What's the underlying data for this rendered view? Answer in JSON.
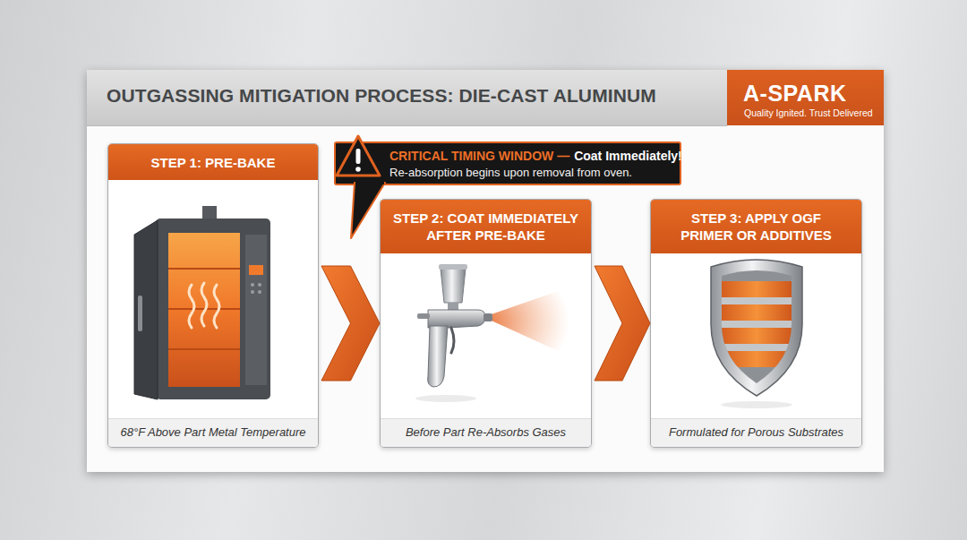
{
  "diagram": {
    "title": "OUTGASSING MITIGATION PROCESS: DIE-CAST ALUMINUM",
    "nodes": [
      {
        "text": [
          "A-SPARK",
          "Quality Ignited. Trust Delivered"
        ]
      },
      {
        "text": [
          "STEP 1: PRE-BAKE",
          "68°F Above Part Metal Temperature"
        ]
      },
      {
        "text": [
          "CRITICAL TIMING WINDOW —",
          "Coat Immediately!",
          "Re-absorption begins upon removal from oven."
        ]
      },
      {
        "text": [
          "STEP 2: COAT IMMEDIATELY AFTER PRE-BAKE",
          "Before Part Re-Absorbs Gases"
        ]
      },
      {
        "text": [
          "STEP 3: APPLY OGF PRIMER OR ADDITIVES",
          "Formulated for Porous Substrates"
        ]
      }
    ],
    "edges": [
      {
        "from": 1,
        "to": 3,
        "arrow": "to"
      },
      {
        "from": 3,
        "to": 4,
        "arrow": "to"
      }
    ],
    "labels": [
      "®"
    ]
  }
}
